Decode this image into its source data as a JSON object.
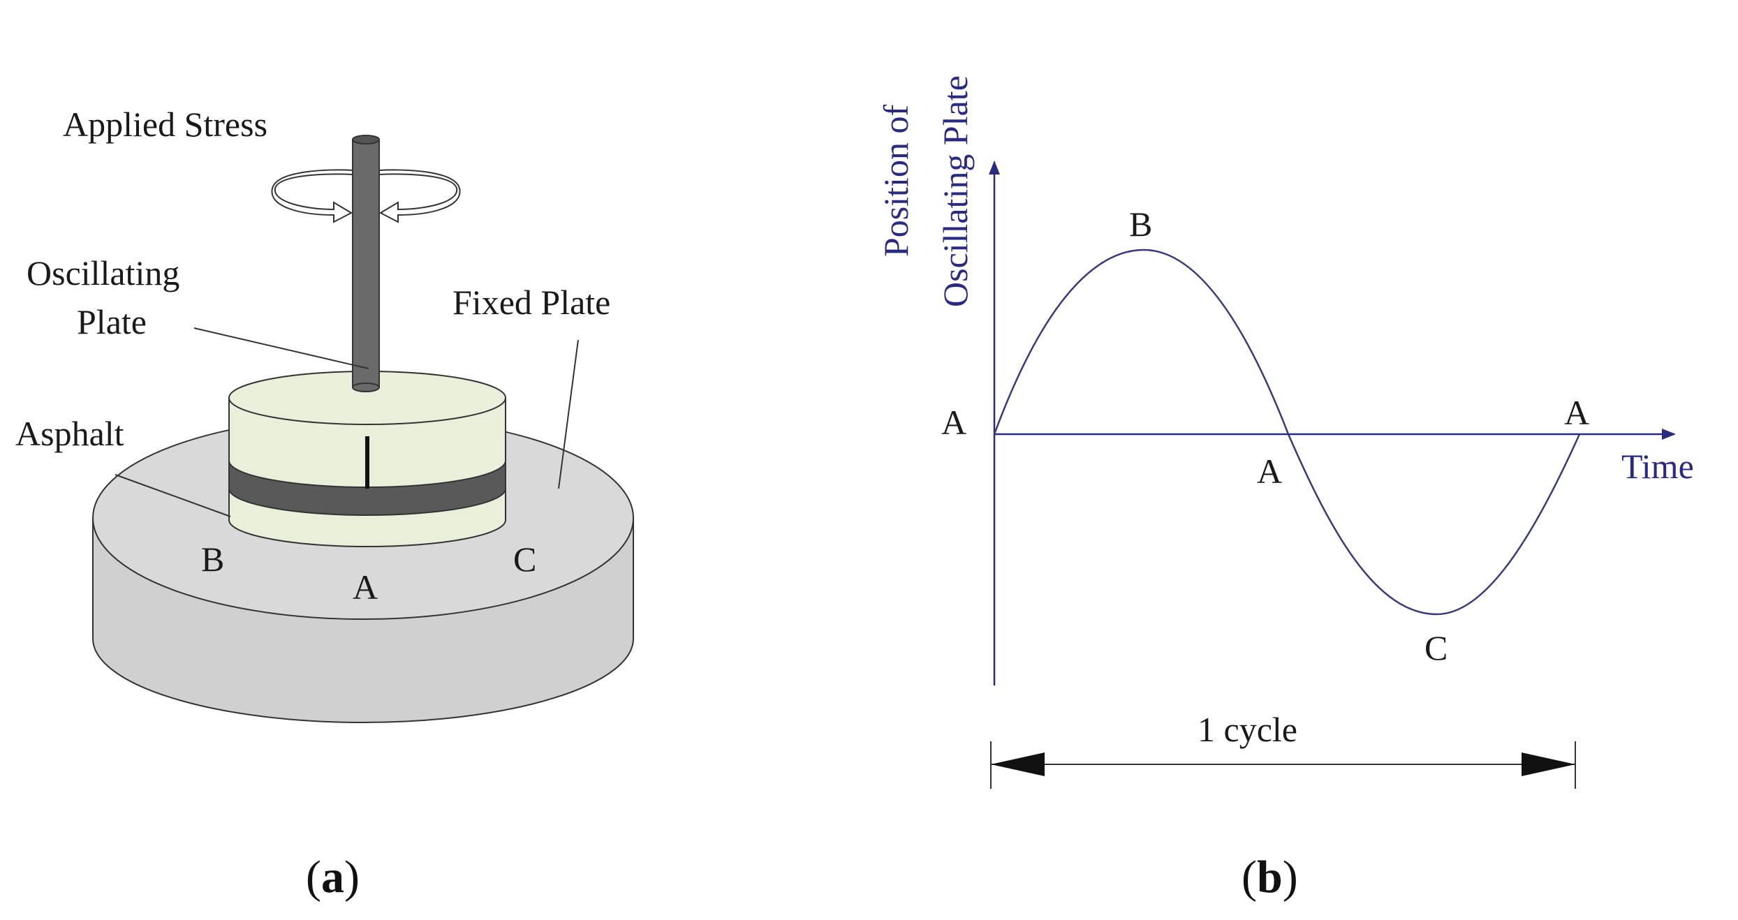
{
  "panel_a": {
    "caption_open": "(",
    "caption_letter": "a",
    "caption_close": ")",
    "labels": {
      "applied_stress": "Applied Stress",
      "oscillating_line1": "Oscillating",
      "oscillating_line2": "Plate",
      "fixed_plate": "Fixed Plate",
      "asphalt": "Asphalt",
      "point_b": "B",
      "point_a": "A",
      "point_c": "C"
    },
    "colors": {
      "fixed_plate": "#d9d9d9",
      "fixed_plate_side": "#d0d0d0",
      "oscillating_plate": "#e8f0dc",
      "asphalt": "#595959",
      "shaft": "#6a6a6a"
    },
    "icons": [
      "rotation-arrow-left-icon",
      "rotation-arrow-right-icon"
    ]
  },
  "panel_b": {
    "caption_open": "(",
    "caption_letter": "b",
    "caption_close": ")",
    "y_axis_line1": "Position of",
    "y_axis_line2": "Oscillating Plate",
    "x_axis": "Time",
    "points": {
      "start": "A",
      "peak": "B",
      "mid": "A",
      "trough": "C",
      "end": "A"
    },
    "cycle_label": "1 cycle",
    "axis_color": "#2a2a80",
    "curve_color": "#3a3a7a"
  }
}
